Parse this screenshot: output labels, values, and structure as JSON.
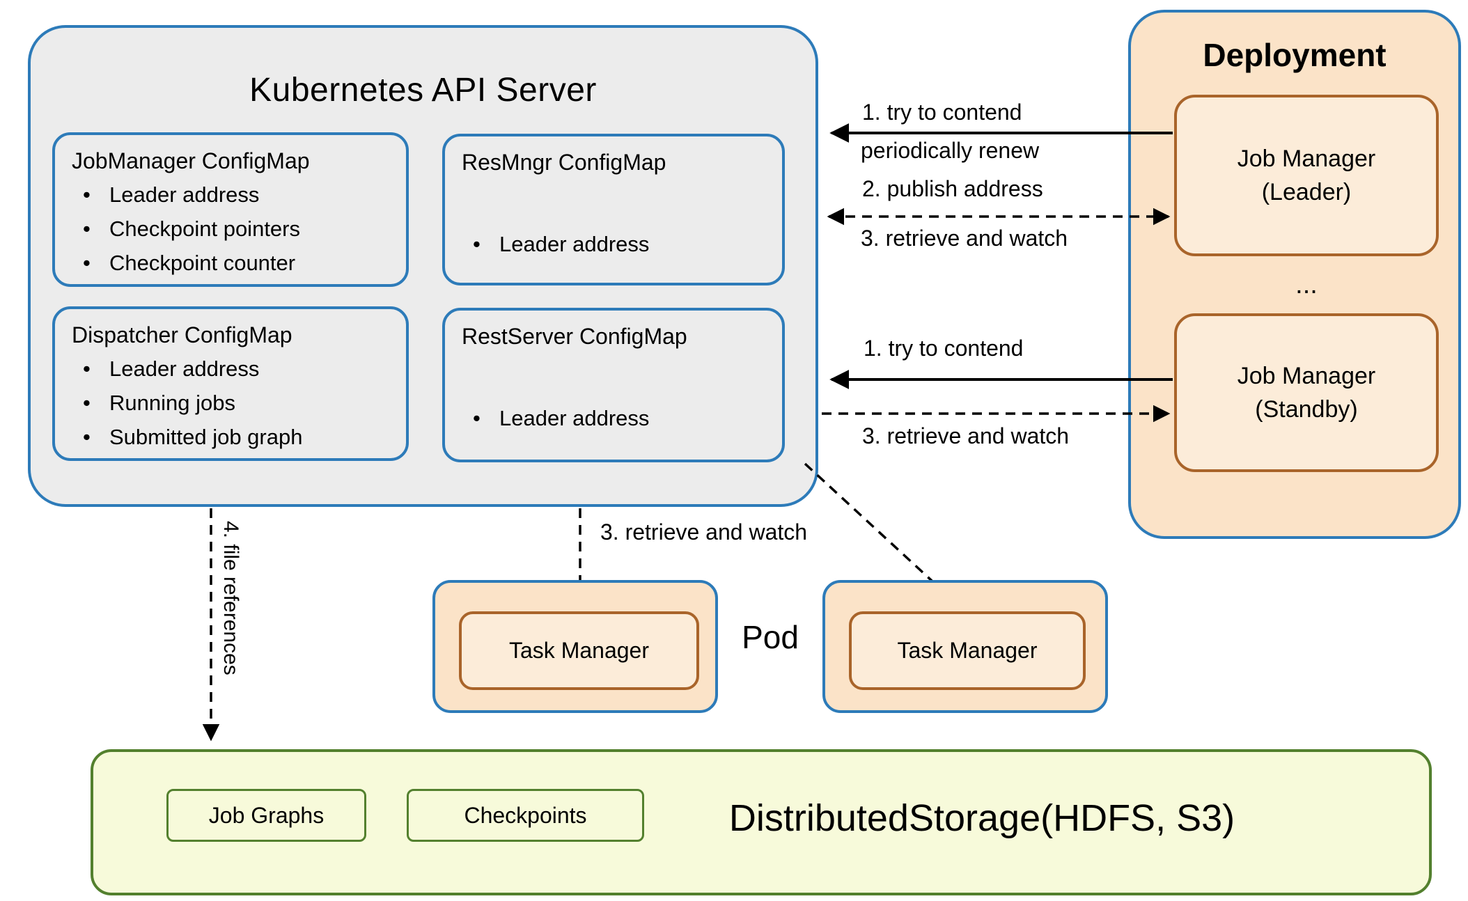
{
  "colors": {
    "blue-border": "#2d7bb9",
    "gray-fill": "#ececec",
    "peach-fill": "#fbe3c8",
    "peach-inner": "#fcecd9",
    "brown-border": "#a9642a",
    "green-border": "#53802e",
    "yellow-fill": "#f7fada",
    "arrow": "#000000",
    "text": "#000000"
  },
  "api_server": {
    "title": "Kubernetes API Server",
    "configmaps": [
      {
        "title": "JobManager ConfigMap",
        "items": [
          "Leader address",
          "Checkpoint pointers",
          "Checkpoint counter"
        ]
      },
      {
        "title": "ResMngr ConfigMap",
        "items": [
          "Leader address"
        ]
      },
      {
        "title": "Dispatcher ConfigMap",
        "items": [
          "Leader address",
          "Running jobs",
          "Submitted job graph"
        ]
      },
      {
        "title": "RestServer ConfigMap",
        "items": [
          "Leader address"
        ]
      }
    ]
  },
  "deployment": {
    "title": "Deployment",
    "job_manager_leader": {
      "line1": "Job Manager",
      "line2": "(Leader)"
    },
    "ellipsis": "...",
    "job_manager_standby": {
      "line1": "Job Manager",
      "line2": "(Standby)"
    }
  },
  "arrow_labels": {
    "try_contend_leader": "1. try to contend",
    "periodically_renew": "periodically renew",
    "publish_address": "2. publish address",
    "retrieve_watch_leader": "3. retrieve and watch",
    "try_contend_standby": "1. try to contend",
    "retrieve_watch_standby": "3. retrieve and watch",
    "retrieve_watch_pod": "3. retrieve and watch",
    "file_references": "4. file references"
  },
  "pods": {
    "label": "Pod",
    "task_manager_left": "Task Manager",
    "task_manager_right": "Task Manager"
  },
  "storage": {
    "title": "DistributedStorage(HDFS, S3)",
    "job_graphs": "Job Graphs",
    "checkpoints": "Checkpoints"
  }
}
